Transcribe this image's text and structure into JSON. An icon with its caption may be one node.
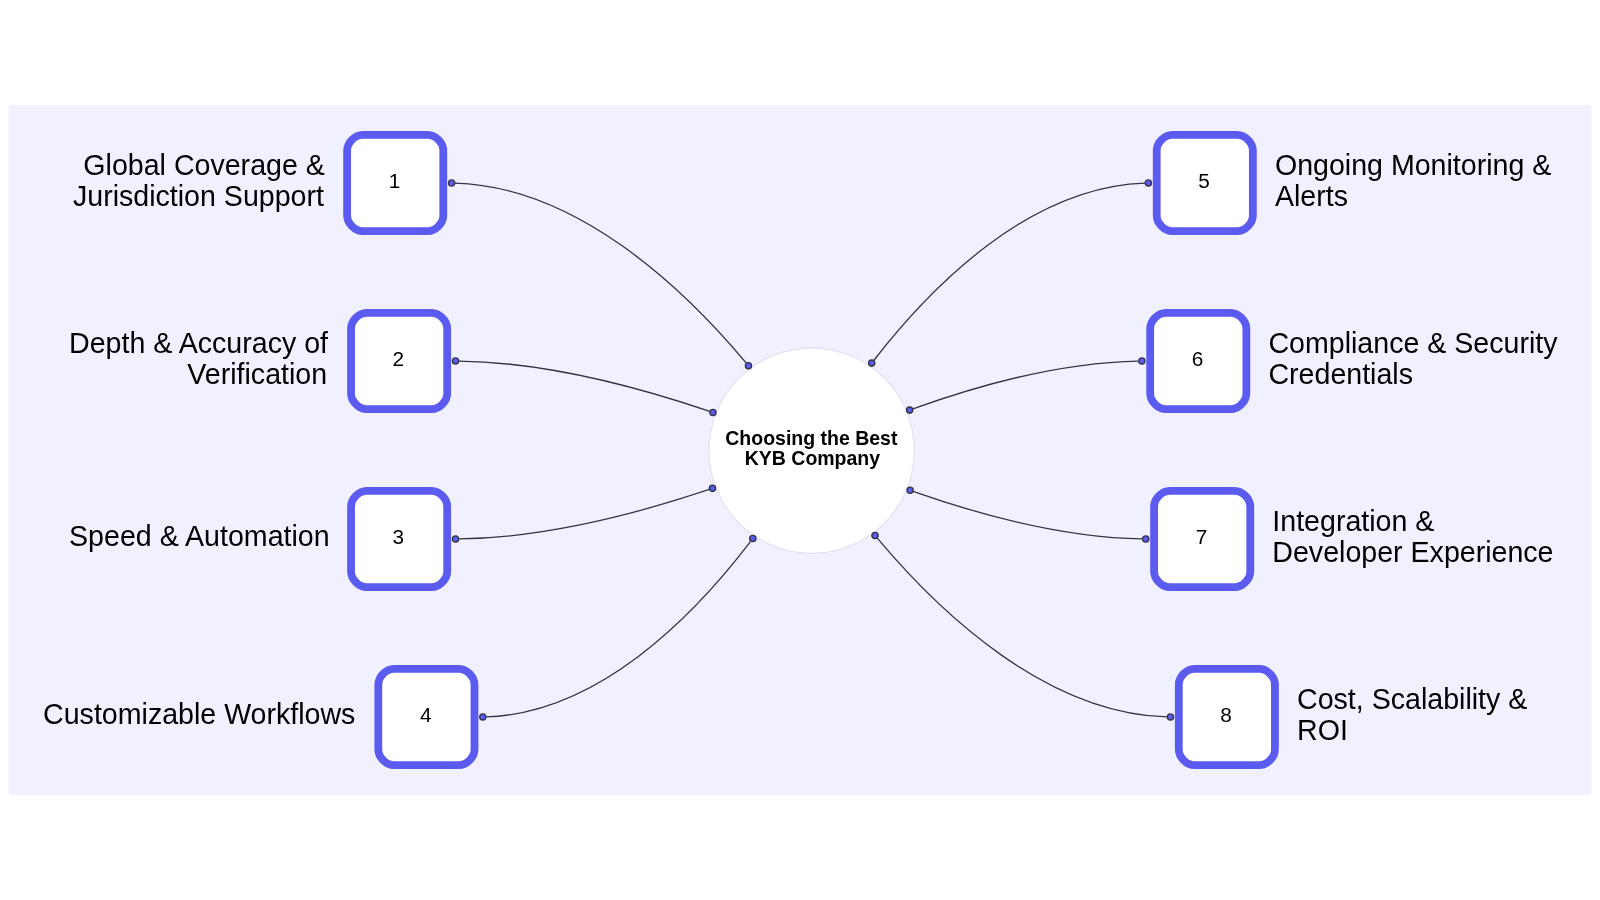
{
  "diagram": {
    "nodes": [
      {
        "text": [
          "Choosing the Best KYB Company"
        ]
      },
      {
        "text": [
          "1"
        ],
        "beside": [
          "Global Coverage & Jurisdiction Support"
        ]
      },
      {
        "text": [
          "2"
        ],
        "beside": [
          "Depth & Accuracy of Verification"
        ]
      },
      {
        "text": [
          "3"
        ],
        "beside": [
          "Speed & Automation"
        ]
      },
      {
        "text": [
          "4"
        ],
        "beside": [
          "Customizable Workflows"
        ]
      },
      {
        "text": [
          "5"
        ],
        "beside": [
          "Ongoing Monitoring & Alerts"
        ]
      },
      {
        "text": [
          "6"
        ],
        "beside": [
          "Compliance & Security Credentials"
        ]
      },
      {
        "text": [
          "7"
        ],
        "beside": [
          "Integration & Developer Experience"
        ]
      },
      {
        "text": [
          "8"
        ],
        "beside": [
          "Cost, Scalability & ROI"
        ]
      }
    ],
    "edges": [
      {
        "from": 1,
        "to": 0,
        "arrow": "other"
      },
      {
        "from": 2,
        "to": 0,
        "arrow": "other"
      },
      {
        "from": 3,
        "to": 0,
        "arrow": "other"
      },
      {
        "from": 4,
        "to": 0,
        "arrow": "other"
      },
      {
        "from": 0,
        "to": 5,
        "arrow": "other"
      },
      {
        "from": 0,
        "to": 6,
        "arrow": "other"
      },
      {
        "from": 0,
        "to": 7,
        "arrow": "other"
      },
      {
        "from": 0,
        "to": 8,
        "arrow": "other"
      }
    ]
  }
}
